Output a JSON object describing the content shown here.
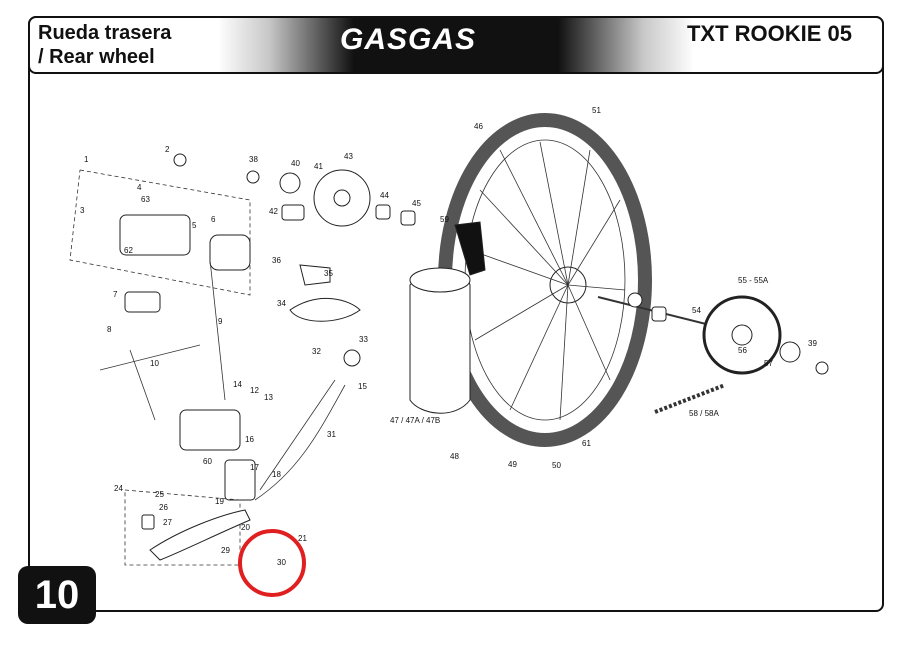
{
  "header": {
    "title_es": "Rueda trasera",
    "title_en": "/ Rear wheel",
    "brand": "GASGAS",
    "model": "TXT ROOKIE 05"
  },
  "page_number": "10",
  "callouts": [
    "1",
    "2",
    "3",
    "4",
    "5",
    "6",
    "7",
    "8",
    "9",
    "10",
    "12",
    "13",
    "14",
    "15",
    "16",
    "17",
    "18",
    "19",
    "20",
    "21",
    "24",
    "25",
    "26",
    "27",
    "29",
    "30",
    "31",
    "32",
    "33",
    "34",
    "35",
    "36",
    "38",
    "39",
    "40",
    "41",
    "42",
    "43",
    "44",
    "45",
    "46",
    "47 / 47A / 47B",
    "48",
    "49",
    "50",
    "51",
    "54",
    "55 - 55A",
    "56",
    "57",
    "58 / 58A",
    "59",
    "60",
    "61",
    "62",
    "63"
  ],
  "highlight": {
    "color": "#e02020",
    "label": "30"
  }
}
